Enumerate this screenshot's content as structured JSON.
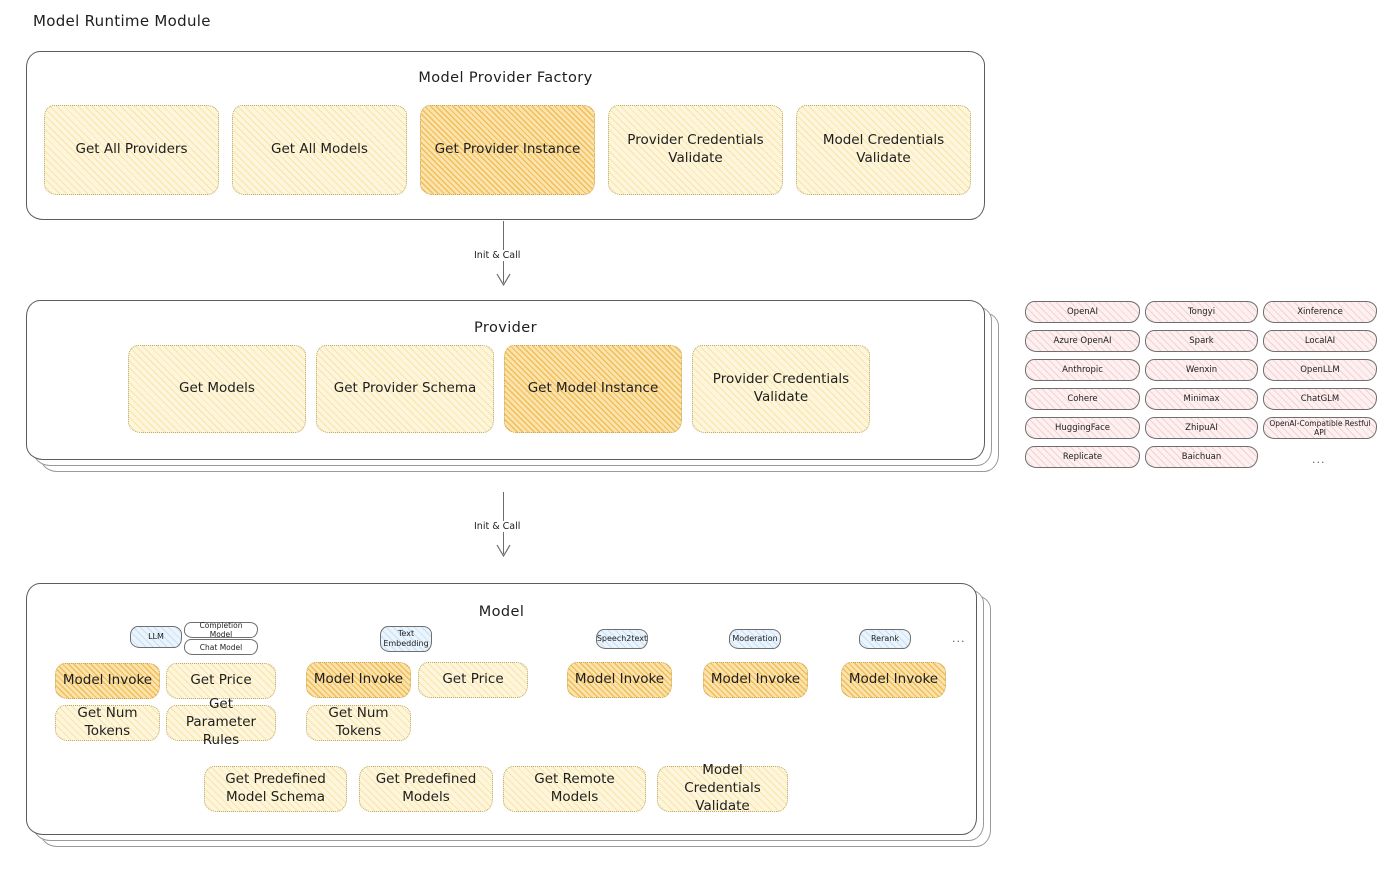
{
  "title": "Model Runtime Module",
  "arrows": [
    {
      "label": "Init & Call"
    },
    {
      "label": "Init & Call"
    }
  ],
  "factory": {
    "title": "Model Provider Factory",
    "items": [
      {
        "label": "Get All Providers",
        "highlight": false
      },
      {
        "label": "Get All Models",
        "highlight": false
      },
      {
        "label": "Get Provider Instance",
        "highlight": true
      },
      {
        "label": "Provider Credentials Validate",
        "highlight": false
      },
      {
        "label": "Model Credentials Validate",
        "highlight": false
      }
    ]
  },
  "provider": {
    "title": "Provider",
    "items": [
      {
        "label": "Get Models",
        "highlight": false
      },
      {
        "label": "Get Provider Schema",
        "highlight": false
      },
      {
        "label": "Get Model Instance",
        "highlight": true
      },
      {
        "label": "Provider Credentials Validate",
        "highlight": false
      }
    ]
  },
  "provider_list": {
    "columns": [
      {
        "items": [
          "OpenAI",
          "Azure OpenAI",
          "Anthropic",
          "Cohere",
          "HuggingFace",
          "Replicate"
        ]
      },
      {
        "items": [
          "Tongyi",
          "Spark",
          "Wenxin",
          "Minimax",
          "ZhipuAI",
          "Baichuan"
        ]
      },
      {
        "items": [
          "Xinference",
          "LocalAI",
          "OpenLLM",
          "ChatGLM",
          "OpenAI-Compatible Restful API"
        ]
      }
    ],
    "more": "..."
  },
  "model": {
    "title": "Model",
    "more": "...",
    "types": [
      {
        "name": "LLM",
        "subtypes": [
          "Completion Model",
          "Chat Model"
        ],
        "methods": [
          "Model Invoke",
          "Get Price",
          "Get Num Tokens",
          "Get Parameter Rules"
        ],
        "highlight_method": "Model Invoke"
      },
      {
        "name": "Text Embedding",
        "subtypes": [],
        "methods": [
          "Model Invoke",
          "Get Price",
          "Get Num Tokens"
        ],
        "highlight_method": "Model Invoke"
      },
      {
        "name": "Speech2text",
        "subtypes": [],
        "methods": [
          "Model Invoke"
        ],
        "highlight_method": "Model Invoke"
      },
      {
        "name": "Moderation",
        "subtypes": [],
        "methods": [
          "Model Invoke"
        ],
        "highlight_method": "Model Invoke"
      },
      {
        "name": "Rerank",
        "subtypes": [],
        "methods": [
          "Model Invoke"
        ],
        "highlight_method": "Model Invoke"
      }
    ],
    "common_methods": [
      "Get Predefined Model Schema",
      "Get Predefined Models",
      "Get Remote Models",
      "Model Credentials Validate"
    ]
  },
  "colors": {
    "chip_light": "#fdf6dd",
    "chip_strong": "#fbe3ae",
    "chip_pink": "#fdf0f0",
    "badge_blue": "#eaf4fc",
    "stroke": "#5c5c5c",
    "text": "#1e1e1e"
  }
}
